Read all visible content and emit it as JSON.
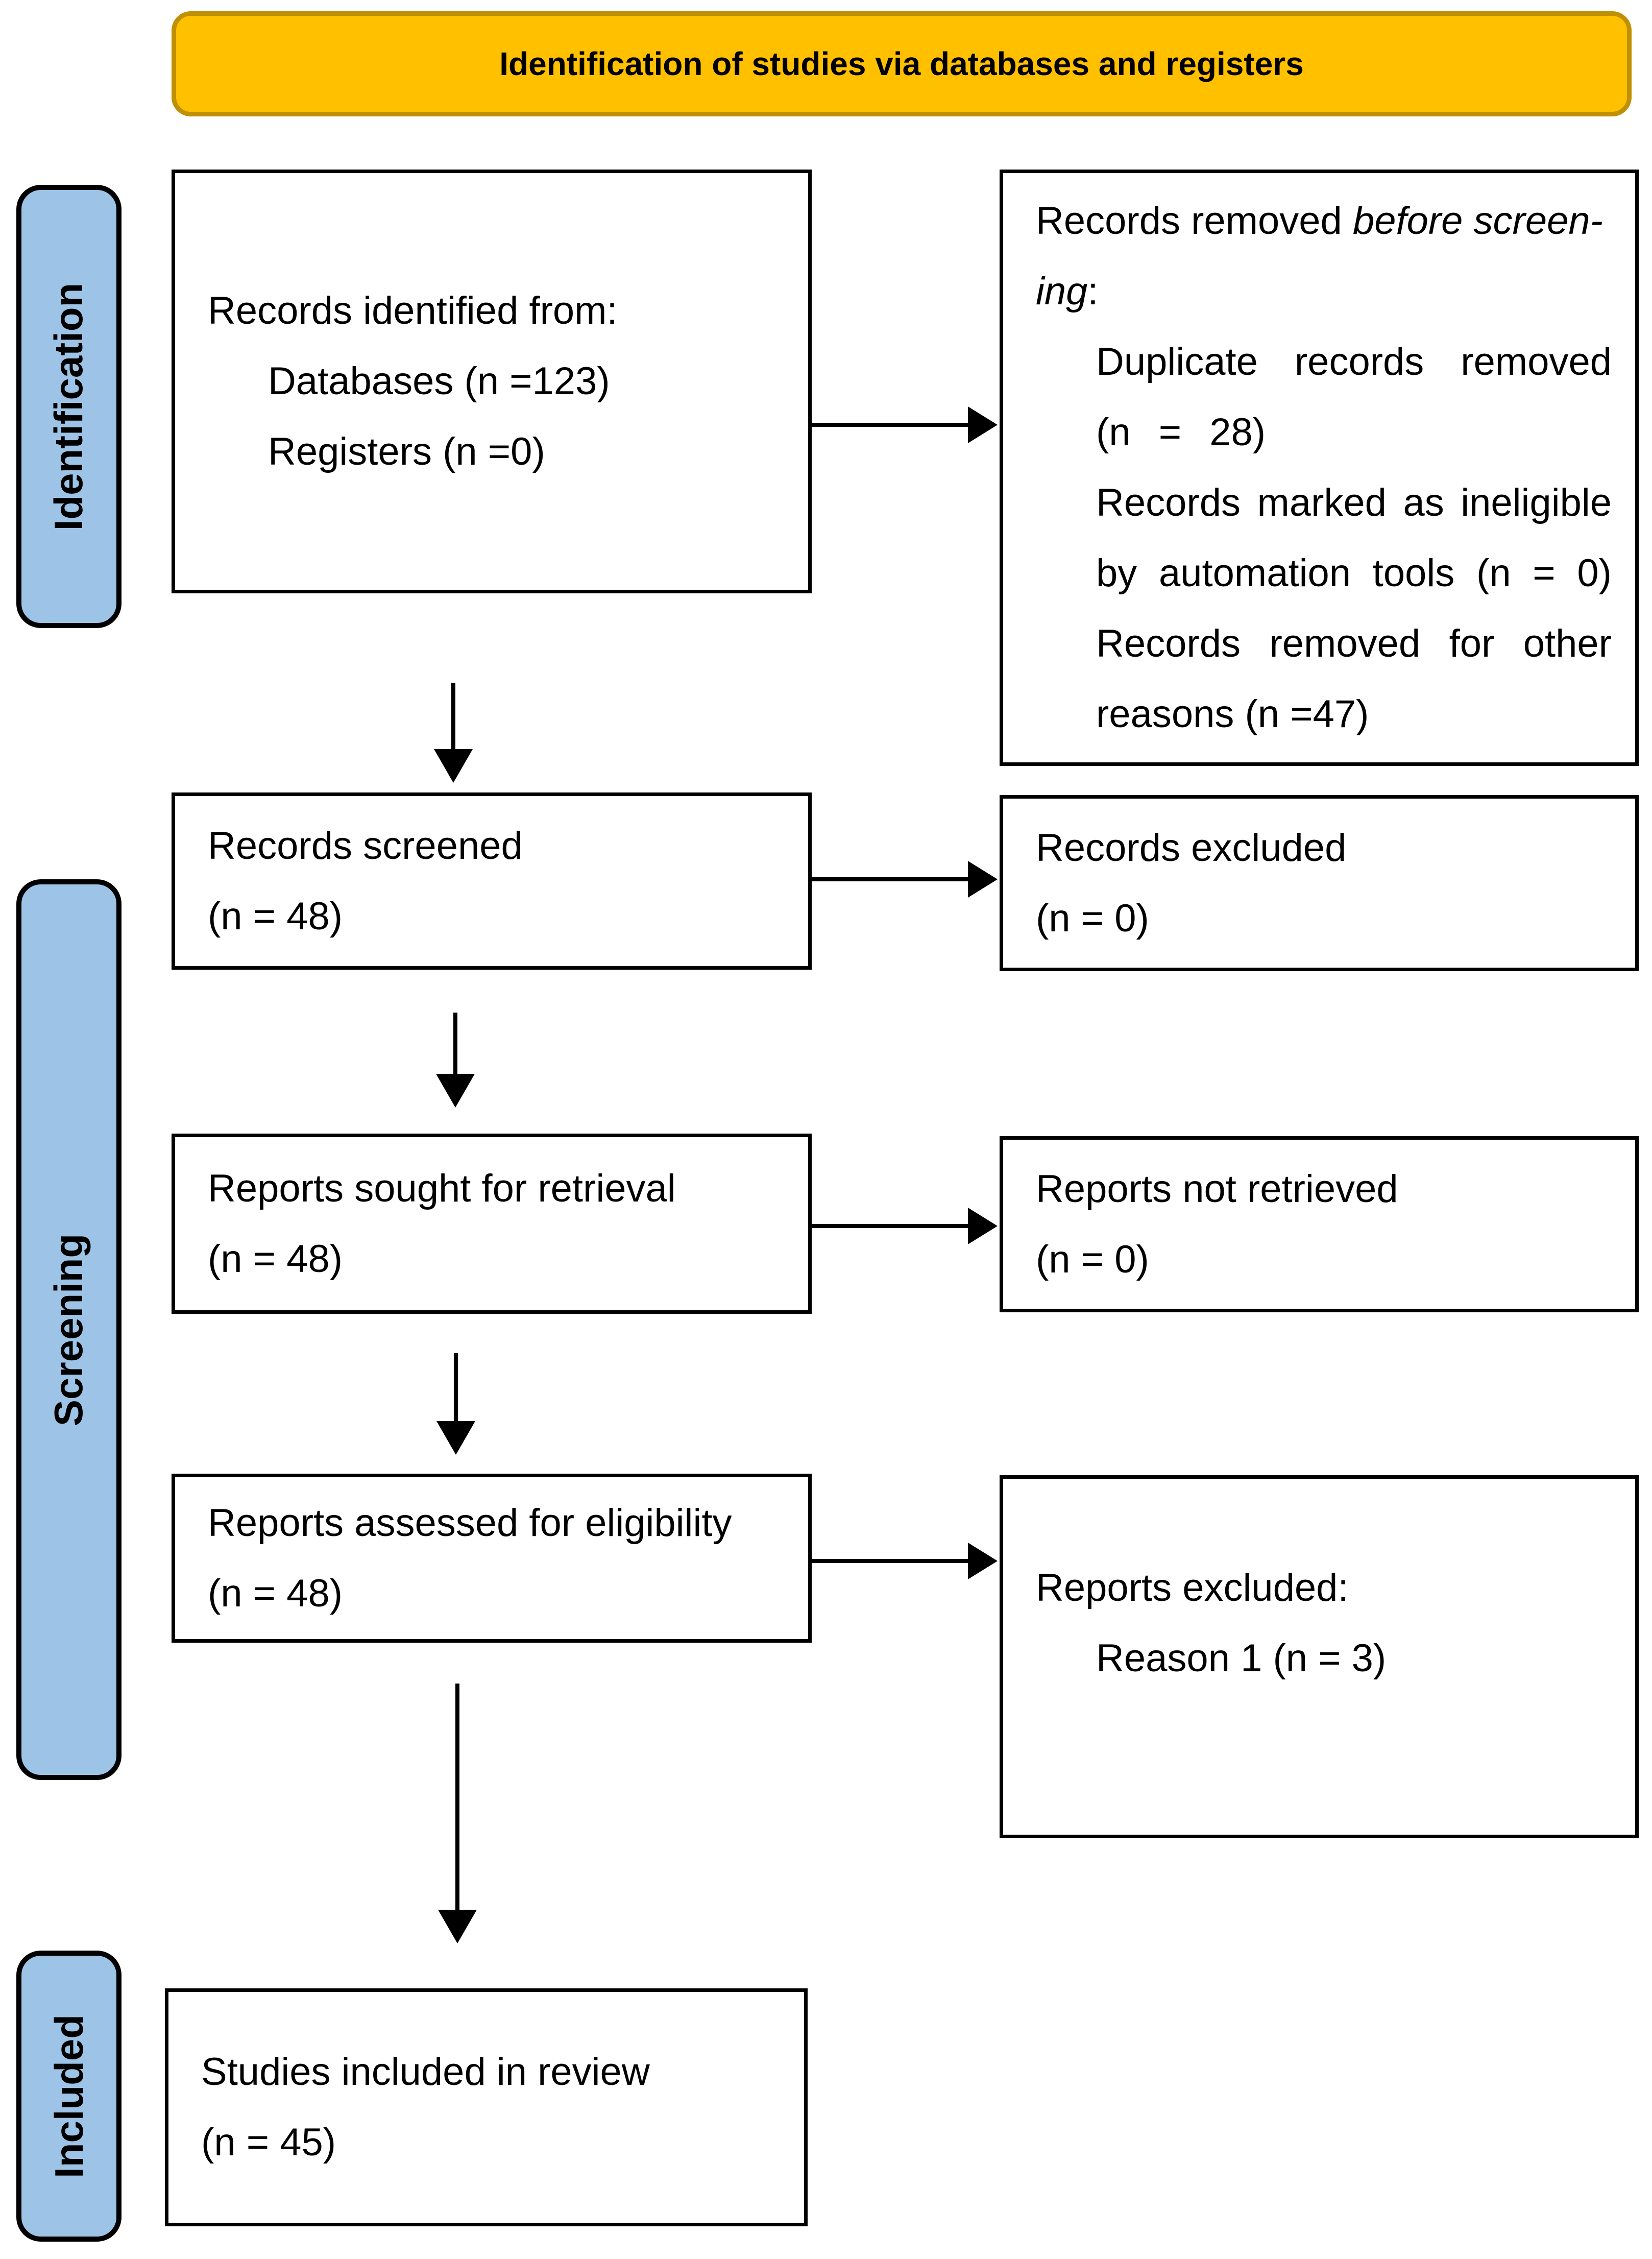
{
  "banner": {
    "title": "Identification of studies via databases and registers"
  },
  "sidebar": {
    "identification": "Identification",
    "screening": "Screening",
    "included": "Included"
  },
  "boxes": {
    "records_identified": {
      "intro": "Records identified from:",
      "databases": "Databases (n =123)",
      "registers": "Registers (n =0)"
    },
    "records_removed": {
      "head_l1_plain": "Records removed ",
      "head_l1_italic": "before screen-",
      "head_l2_italic": "ing",
      "head_l2_plain": ":",
      "item1_l1": "Duplicate records removed",
      "item1_l2": "(n = 28)",
      "item2_l1": "Records marked as ineligible",
      "item2_l2": "by automation tools (n = 0)",
      "item3_l1": "Records removed for other",
      "item3_l2": "reasons (n =47)"
    },
    "records_screened": {
      "l1": "Records screened",
      "l2": "(n = 48)"
    },
    "records_excluded": {
      "l1": "Records excluded",
      "l2": "(n = 0)"
    },
    "reports_sought": {
      "l1": "Reports sought for retrieval",
      "l2": "(n = 48)"
    },
    "reports_not_retrieved": {
      "l1": "Reports not retrieved",
      "l2": "(n = 0)"
    },
    "reports_assessed": {
      "l1": "Reports assessed for eligibility",
      "l2": "(n = 48)"
    },
    "reports_excluded": {
      "l1": "Reports excluded:",
      "l2": "Reason 1 (n = 3)"
    },
    "studies_included": {
      "l1": "Studies included in review",
      "l2": "(n = 45)"
    }
  },
  "colors": {
    "banner_fill": "#FFC000",
    "banner_border": "#BF9000",
    "sidebar_fill": "#9DC3E6",
    "box_border": "#000000",
    "arrow": "#000000"
  }
}
